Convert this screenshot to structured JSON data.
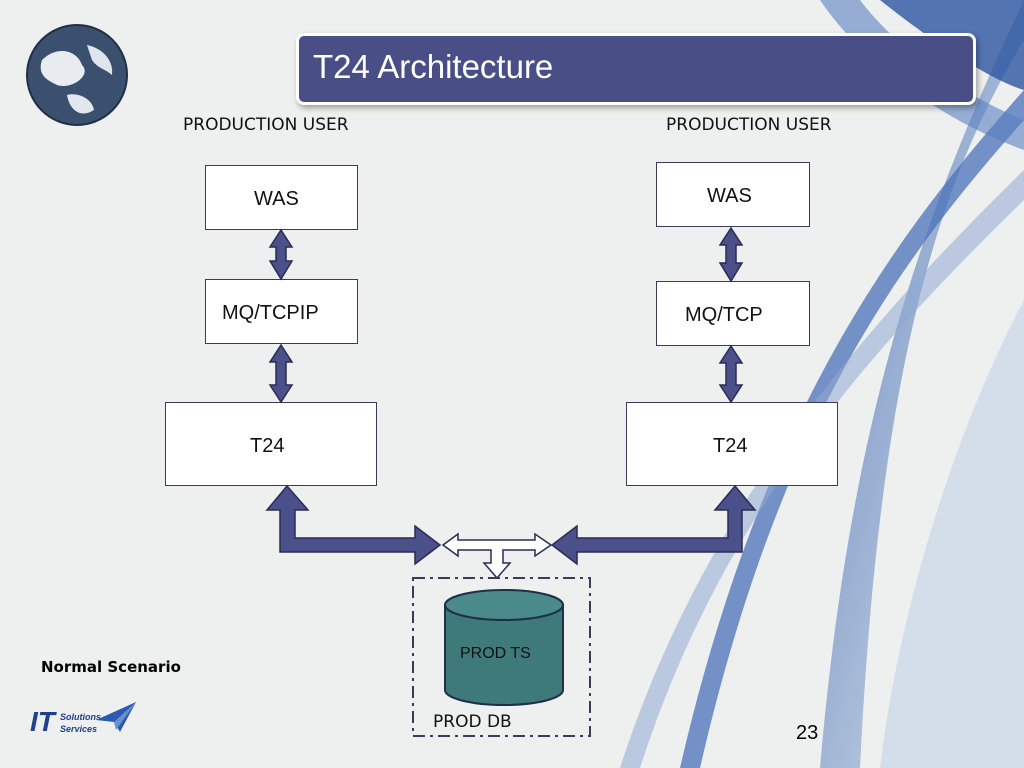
{
  "slide": {
    "title": "T24 Architecture",
    "left_user": "PRODUCTION USER",
    "right_user": "PRODUCTION USER",
    "left": {
      "was": "WAS",
      "mq": "MQ/TCPIP",
      "t24": "T24"
    },
    "right": {
      "was": "WAS",
      "mq": "MQ/TCP",
      "t24": "T24"
    },
    "db_cylinder": "PROD TS",
    "db_group": "PROD DB",
    "scenario": "Normal Scenario",
    "page_number": "23",
    "logo": {
      "main": "IT",
      "line1": "Solutions",
      "line2": "Services"
    }
  },
  "colors": {
    "title_bg": "#4a4e87",
    "arrow_fill": "#4b4f8a",
    "cylinder_fill": "#3f7a7a",
    "swoosh": "#3a66b0"
  }
}
